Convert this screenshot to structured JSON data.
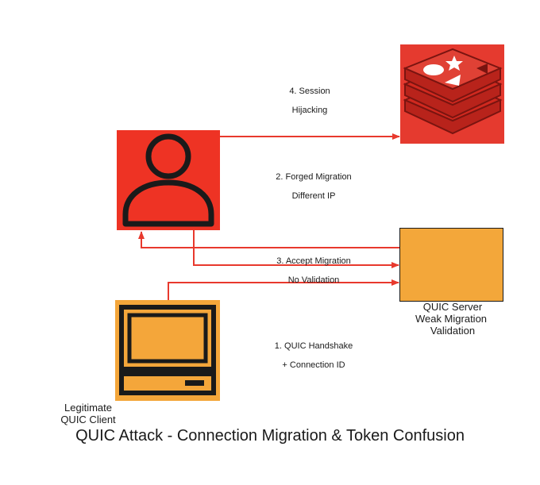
{
  "nodes": {
    "server_label_line1": "QUIC Server",
    "server_label_line2": "Weak Migration",
    "server_label_line3": "Validation",
    "client_label_line1": "Legitimate",
    "client_label_line2": "QUIC Client"
  },
  "edges": {
    "step1_line1": "1. QUIC Handshake",
    "step1_line2": "+ Connection ID",
    "step2_line1": "2. Forged Migration",
    "step2_line2": "Different IP",
    "step3_line1": "3. Accept Migration",
    "step3_line2": "No Validation",
    "step4_line1": "4. Session",
    "step4_line2": "Hijacking"
  },
  "caption": "QUIC Attack - Connection Migration & Token Confusion",
  "colors": {
    "arrow": "#e8392d",
    "attacker_fill": "#ee3324",
    "redis_fill": "#e53a2f",
    "server_fill": "#f3a73a",
    "client_fill": "#f4a63a"
  },
  "icons": {
    "attacker": "user-icon",
    "target": "redis-database-icon",
    "client": "computer-monitor-icon"
  }
}
